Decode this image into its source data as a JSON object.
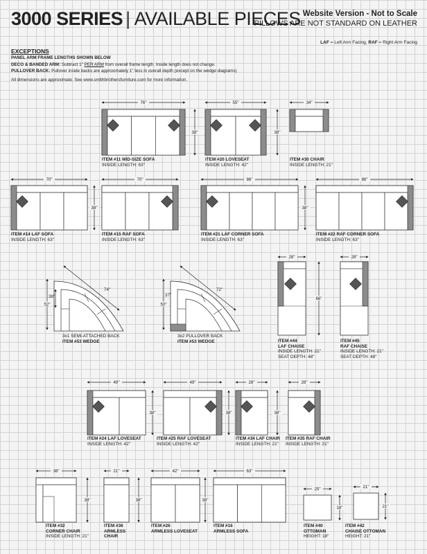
{
  "header": {
    "series": "3000 SERIES",
    "separator": "|",
    "subtitle": "AVAILABLE PIECES",
    "version": "Website Version - Not to Scale",
    "note": "PILLOWS ARE NOT STANDARD ON LEATHER",
    "legend_laf_key": "LAF",
    "legend_laf_text": "= Left Arm Facing,",
    "legend_raf_key": "RAF",
    "legend_raf_text": "= Right Arm Facing"
  },
  "exceptions": {
    "heading": "EXCEPTIONS",
    "line1": "PANEL ARM FRAME LENGTHS SHOWN BELOW",
    "line2_label": "DECO & BANDED ARM:",
    "line2_pre": "Subtract 1\"",
    "line2_under": "PER ARM",
    "line2_post": "from overall frame length. Inside length does not change.",
    "line3_label": "PULLOVER BACK:",
    "line3_text": "Pullover inside backs are approximately 1\" less in overall depth (except on the wedge diagrams)",
    "line4": "All dimensions are approximate. See www.smithbrothersfurniture.com for more information."
  },
  "pieces": [
    {
      "id": "p11",
      "l1": "ITEM #11 MID-SIZE SOFA",
      "l2": "INSIDE LENGTH: 63\"",
      "w": "76\"",
      "d": "38\""
    },
    {
      "id": "p20",
      "l1": "ITEM #20 LOVESEAT",
      "l2": "INSIDE LENGTH: 42\"",
      "w": "55\"",
      "d": "38\""
    },
    {
      "id": "p30",
      "l1": "ITEM #30 CHAIR",
      "l2": "INSIDE LENGTH: 21\"",
      "w": "34\"",
      "d": ""
    },
    {
      "id": "p14",
      "l1": "ITEM #14 LAF SOFA",
      "l2": "INSIDE LENGTH: 63\"",
      "w": "70\"",
      "d": ""
    },
    {
      "id": "p15",
      "l1": "ITEM #15 RAF SOFA",
      "l2": "INSIDE LENGTH: 63\"",
      "w": "70\"",
      "d": "38\""
    },
    {
      "id": "p21",
      "l1": "ITEM #21 LAF CORNER SOFA",
      "l2": "INSIDE LENGTH: 63\"",
      "w": "86\"",
      "d": ""
    },
    {
      "id": "p22",
      "l1": "ITEM #22 RAF CORNER SOFA",
      "l2": "INSIDE LENGTH: 63\"",
      "w": "86\"",
      "d": "38\""
    },
    {
      "id": "w31",
      "l1": "3x1 SEMI-ATTACHED BACK",
      "l2": "ITEM #53 WEDGE",
      "w": "74\"",
      "d": "38\"",
      "h": "52\""
    },
    {
      "id": "w32",
      "l1": "3x2 PULLOVER BACK",
      "l2": "ITEM #53 WEDGE",
      "w": "72\"",
      "d": "37\"",
      "h": "50\""
    },
    {
      "id": "p44",
      "l1": "ITEM #44",
      "l2": "LAF CHAISE",
      "l3": "INSIDE LENGTH: 21\"",
      "l4": "SEAT DEPTH: 48\"",
      "w": "28\"",
      "d": "66\""
    },
    {
      "id": "p45",
      "l1": "ITEM #45",
      "l2": "RAF CHAISE",
      "l3": "INSIDE LENGTH: 21\"",
      "l4": "SEAT DEPTH: 48\"",
      "w": "28\""
    },
    {
      "id": "p24",
      "l1": "ITEM #24 LAF LOVESEAT",
      "l2": "INSIDE LENGTH: 42\"",
      "w": "49\"",
      "d": "38\""
    },
    {
      "id": "p25",
      "l1": "ITEM #25 RAF LOVESEAT",
      "l2": "INSIDE LENGTH: 42\"",
      "w": "49\"",
      "d": "38\""
    },
    {
      "id": "p34",
      "l1": "ITEM #34 LAF CHAIR",
      "l2": "INSIDE LENGTH: 21\"",
      "w": "28\"",
      "d": "38\""
    },
    {
      "id": "p35",
      "l1": "ITEM #35 RAF CHAIR",
      "l2": "INSIDE LENGTH: 21\"",
      "w": "28\""
    },
    {
      "id": "p32",
      "l1": "ITEM #32",
      "l2": "CORNER CHAIR",
      "l3": "INSIDE LENGTH: 21\"",
      "w": "38\"",
      "d": "38\""
    },
    {
      "id": "p36",
      "l1": "ITEM #36",
      "l2": "ARMLESS",
      "l3": "CHAIR",
      "w": "21\"",
      "d": "38\""
    },
    {
      "id": "p26",
      "l1": "ITEM #26",
      "l2": "ARMLESS LOVESEAT",
      "w": "42\"",
      "d": "38\""
    },
    {
      "id": "p16",
      "l1": "ITEM #16",
      "l2": "ARMLESS SOFA",
      "w": "63\""
    },
    {
      "id": "p40",
      "l1": "ITEM #40",
      "l2": "OTTOMAN",
      "l3": "HEIGHT: 18\"",
      "w": "25\"",
      "d": "18\""
    },
    {
      "id": "p42",
      "l1": "ITEM #42",
      "l2": "CHAISE OTTOMAN",
      "l3": "HEIGHT: 21\"",
      "w": "21\"",
      "d": "21\""
    }
  ]
}
